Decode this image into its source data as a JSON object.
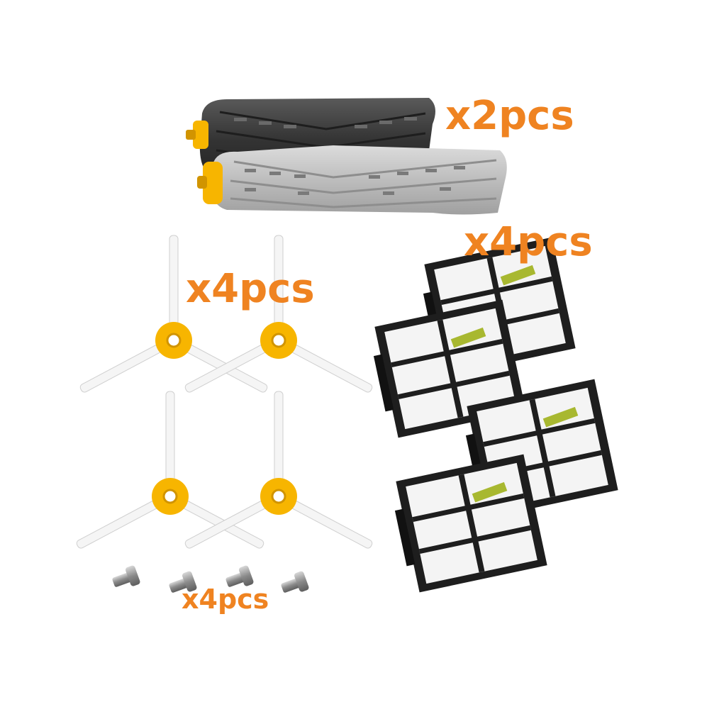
{
  "labels": {
    "rollers_qty": "x2pcs",
    "filters_qty": "x4pcs",
    "brushes_qty": "x4pcs",
    "screws_qty": "x4pcs"
  },
  "colors": {
    "label": "#ef8321",
    "hub_yellow": "#f7b500",
    "filter_frame": "#1e1e1e",
    "filter_media": "#f4f4f4",
    "filter_tab": "#a8b830",
    "roller_dark": "#3c3c3c",
    "roller_grey": "#b9b9b9",
    "bristle": "#f5f5f5",
    "screw": "#9a9a9a"
  },
  "items": {
    "rollers": {
      "count": 2,
      "icon": "roller-brush"
    },
    "side_brushes": {
      "count": 4,
      "icon": "side-brush"
    },
    "filters": {
      "count": 4,
      "icon": "hepa-filter"
    },
    "screws": {
      "count": 4,
      "icon": "screw"
    }
  }
}
